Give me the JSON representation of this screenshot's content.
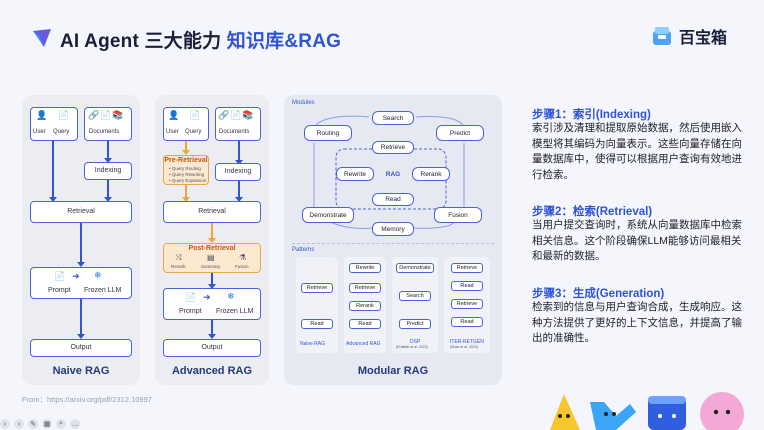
{
  "header": {
    "title_main": "AI Agent 三大能力 ",
    "title_highlight": "知识库&RAG",
    "brand": "百宝箱"
  },
  "naive": {
    "user": "User",
    "query": "Query",
    "documents": "Documents",
    "indexing": "Indexing",
    "retrieval": "Retrieval",
    "prompt": "Prompt",
    "frozen_llm": "Frozen LLM",
    "output": "Output",
    "name": "Naive RAG"
  },
  "advanced": {
    "user": "User",
    "query": "Query",
    "documents": "Documents",
    "pre_retrieval": "Pre-Retrieval",
    "pre_items": [
      "• Query Routing",
      "• Query Rewriting",
      "• Query Expansion"
    ],
    "indexing": "Indexing",
    "retrieval": "Retrieval",
    "post_retrieval": "Post-Retrieval",
    "post_items": [
      "Rerank",
      "Summary",
      "Fusion"
    ],
    "prompt": "Prompt",
    "frozen_llm": "Frozen LLM",
    "output": "Output",
    "name": "Advanced RAG"
  },
  "modular": {
    "modules_label": "Modules",
    "search": "Search",
    "routing": "Routing",
    "predict": "Predict",
    "retrieve": "Retrieve",
    "rewrite": "Rewrite",
    "rag": "RAG",
    "rerank": "Rerank",
    "read": "Read",
    "demonstrate": "Demonstrate",
    "fusion": "Fusion",
    "memory": "Memory",
    "patterns_label": "Patterns",
    "patterns": [
      {
        "name": "Naive RAG",
        "steps": [
          "Retrieve",
          "Read"
        ]
      },
      {
        "name": "Advanced RAG",
        "steps": [
          "Rewrite",
          "Retrieve",
          "Rerank",
          "Read"
        ]
      },
      {
        "name": "DSP",
        "sub": "(Khattab et al. 2022)",
        "steps": [
          "Demonstrate",
          "Search",
          "Predict"
        ]
      },
      {
        "name": "ITER-RETGEN",
        "sub": "(Shao et al. 2023)",
        "steps": [
          "Retrieve",
          "Read",
          "Retrieve",
          "Read"
        ]
      }
    ],
    "name": "Modular RAG"
  },
  "steps": [
    {
      "title": "步骤1：索引(Indexing)",
      "body": "索引涉及清理和提取原始数据，然后使用嵌入模型将其编码为向量表示。这些向量存储在向量数据库中，使得可以根据用户查询有效地进行检索。"
    },
    {
      "title": "步骤2：检索(Retrieval)",
      "body": "当用户提交查询时，系统从向量数据库中检索相关信息。这个阶段确保LLM能够访问最相关和最新的数据。"
    },
    {
      "title": "步骤3：生成(Generation)",
      "body": "检索到的信息与用户查询合成，生成响应。这种方法提供了更好的上下文信息，并提高了输出的准确性。"
    }
  ],
  "source": "From：https://arxiv.org/pdf/2312.10997",
  "colors": {
    "accent": "#2f53d6",
    "box_border": "#4c63d6",
    "orange": "#f2a33a"
  }
}
